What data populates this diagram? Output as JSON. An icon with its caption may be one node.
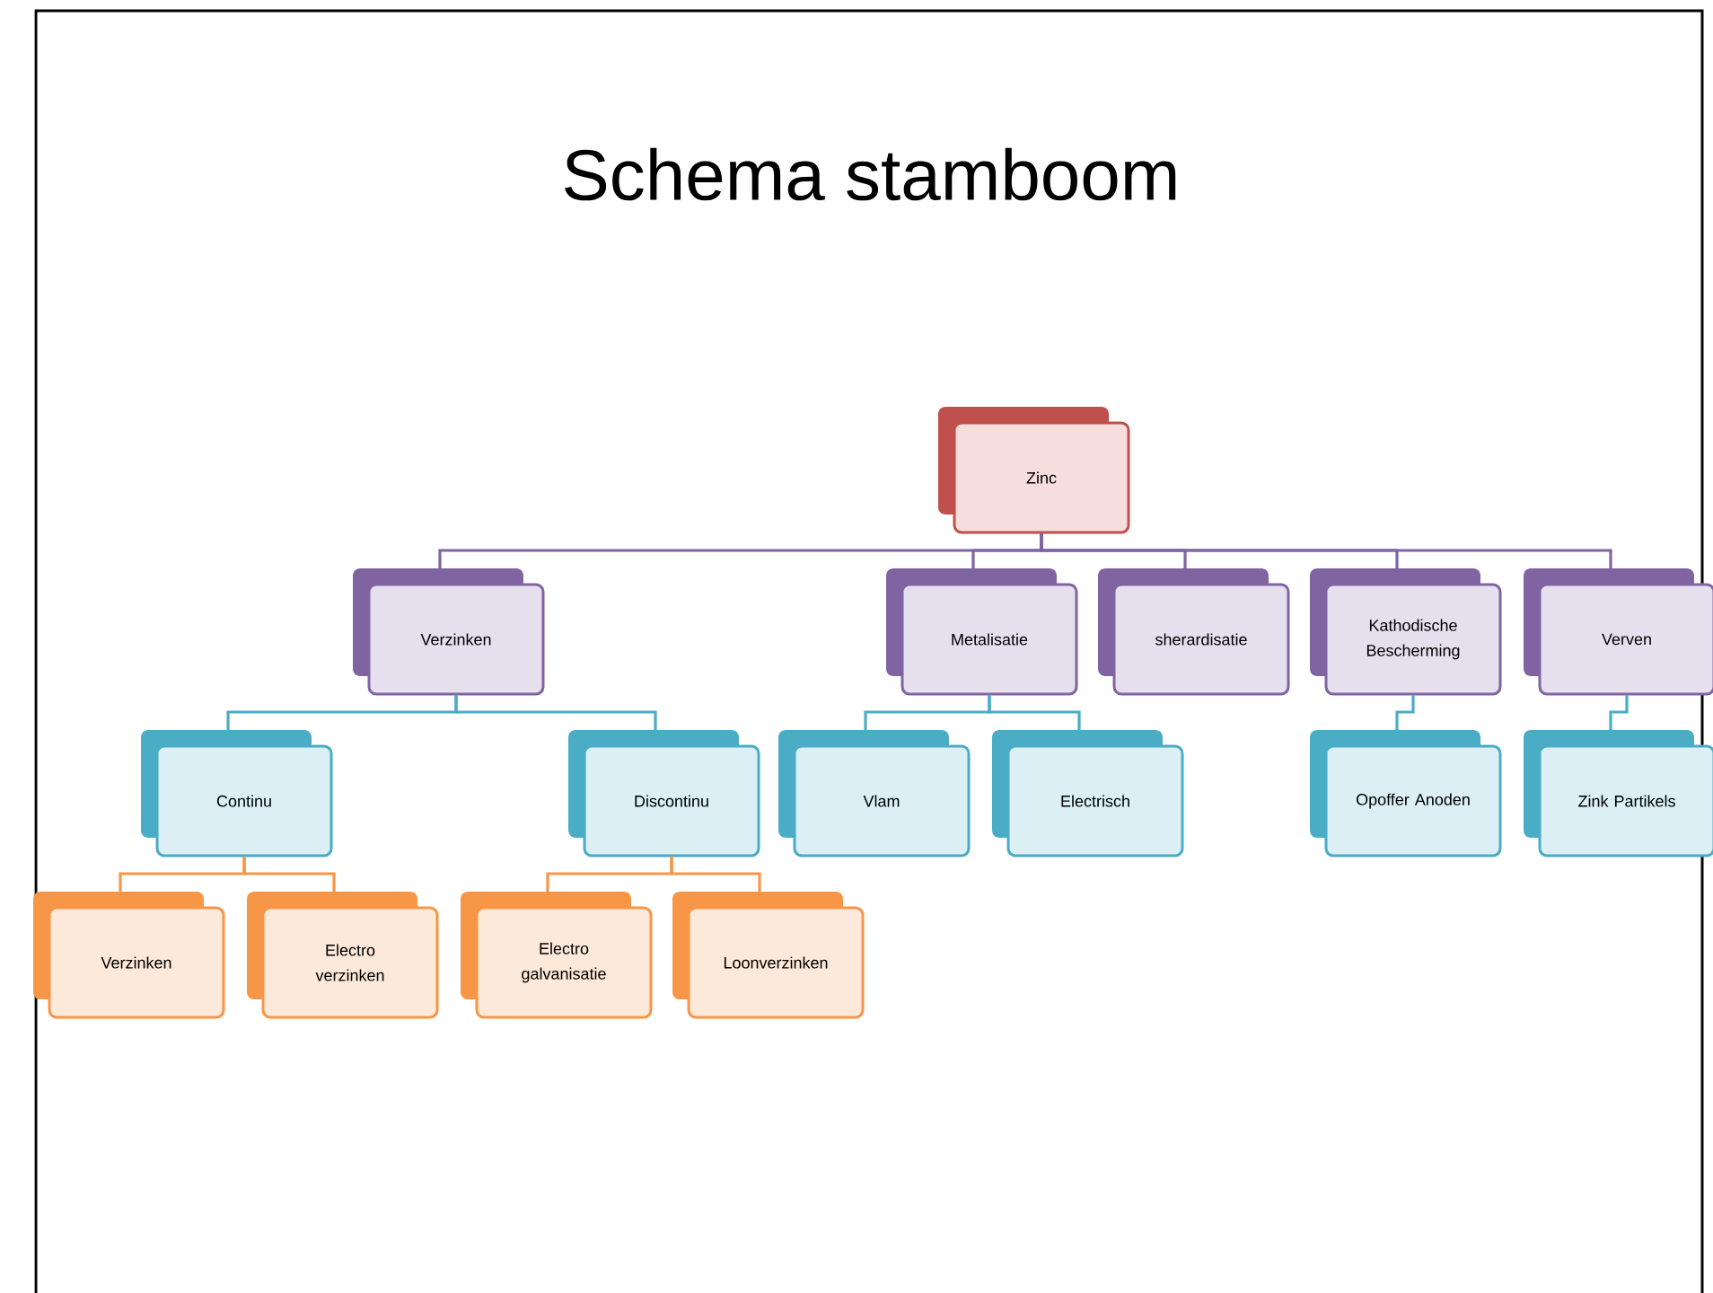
{
  "diagram": {
    "title": "Schema stamboom",
    "nodes": [
      {
        "text": [
          "Zinc"
        ]
      },
      {
        "text": [
          "Verzinken"
        ]
      },
      {
        "text": [
          "Metalisatie"
        ]
      },
      {
        "text": [
          "sherardisatie"
        ]
      },
      {
        "text": [
          "Kathodische Bescherming"
        ]
      },
      {
        "text": [
          "Verven"
        ]
      },
      {
        "text": [
          "Continu"
        ]
      },
      {
        "text": [
          "Discontinu"
        ]
      },
      {
        "text": [
          "Vlam"
        ]
      },
      {
        "text": [
          "Electrisch"
        ]
      },
      {
        "text": [
          "Opoffer Anoden"
        ]
      },
      {
        "text": [
          "Zink Partikels"
        ]
      },
      {
        "text": [
          "Verzinken"
        ]
      },
      {
        "text": [
          "Electro verzinken"
        ]
      },
      {
        "text": [
          "Electro galvanisatie"
        ]
      },
      {
        "text": [
          "Loonverzinken"
        ]
      }
    ],
    "edges": [
      {
        "from": 0,
        "to": 1,
        "arrow": "none",
        "color": "#8064a2"
      },
      {
        "from": 0,
        "to": 2,
        "arrow": "none",
        "color": "#8064a2"
      },
      {
        "from": 0,
        "to": 3,
        "arrow": "none",
        "color": "#8064a2"
      },
      {
        "from": 0,
        "to": 4,
        "arrow": "none",
        "color": "#8064a2"
      },
      {
        "from": 0,
        "to": 5,
        "arrow": "none",
        "color": "#8064a2"
      },
      {
        "from": 1,
        "to": 6,
        "arrow": "none",
        "color": "#4bacc6"
      },
      {
        "from": 1,
        "to": 7,
        "arrow": "none",
        "color": "#4bacc6"
      },
      {
        "from": 2,
        "to": 8,
        "arrow": "none",
        "color": "#4bacc6"
      },
      {
        "from": 2,
        "to": 9,
        "arrow": "none",
        "color": "#4bacc6"
      },
      {
        "from": 4,
        "to": 10,
        "arrow": "none",
        "color": "#4bacc6"
      },
      {
        "from": 5,
        "to": 11,
        "arrow": "none",
        "color": "#4bacc6"
      },
      {
        "from": 6,
        "to": 12,
        "arrow": "none",
        "color": "#f79646"
      },
      {
        "from": 6,
        "to": 13,
        "arrow": "none",
        "color": "#f79646"
      },
      {
        "from": 7,
        "to": 14,
        "arrow": "none",
        "color": "#f79646"
      },
      {
        "from": 7,
        "to": 15,
        "arrow": "none",
        "color": "#f79646"
      }
    ]
  }
}
